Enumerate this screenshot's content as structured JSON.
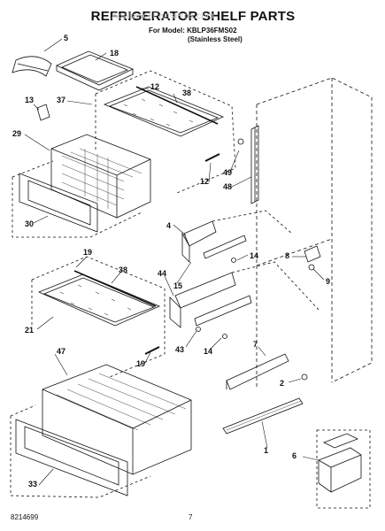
{
  "header": {
    "title": "REFRIGERATOR SHELF PARTS",
    "model_line": "For Model: KBLP36FMS02",
    "finish_line": "(Stainless Steel)",
    "watermark": "AppliancePartsPros.com"
  },
  "footer": {
    "part_number": "8214699",
    "page_number": "7"
  },
  "callouts": [
    "5",
    "18",
    "13",
    "37",
    "12",
    "38",
    "29",
    "30",
    "49",
    "12",
    "48",
    "4",
    "8",
    "15",
    "14",
    "9",
    "19",
    "38",
    "44",
    "21",
    "19",
    "43",
    "14",
    "47",
    "7",
    "2",
    "1",
    "6",
    "33"
  ]
}
